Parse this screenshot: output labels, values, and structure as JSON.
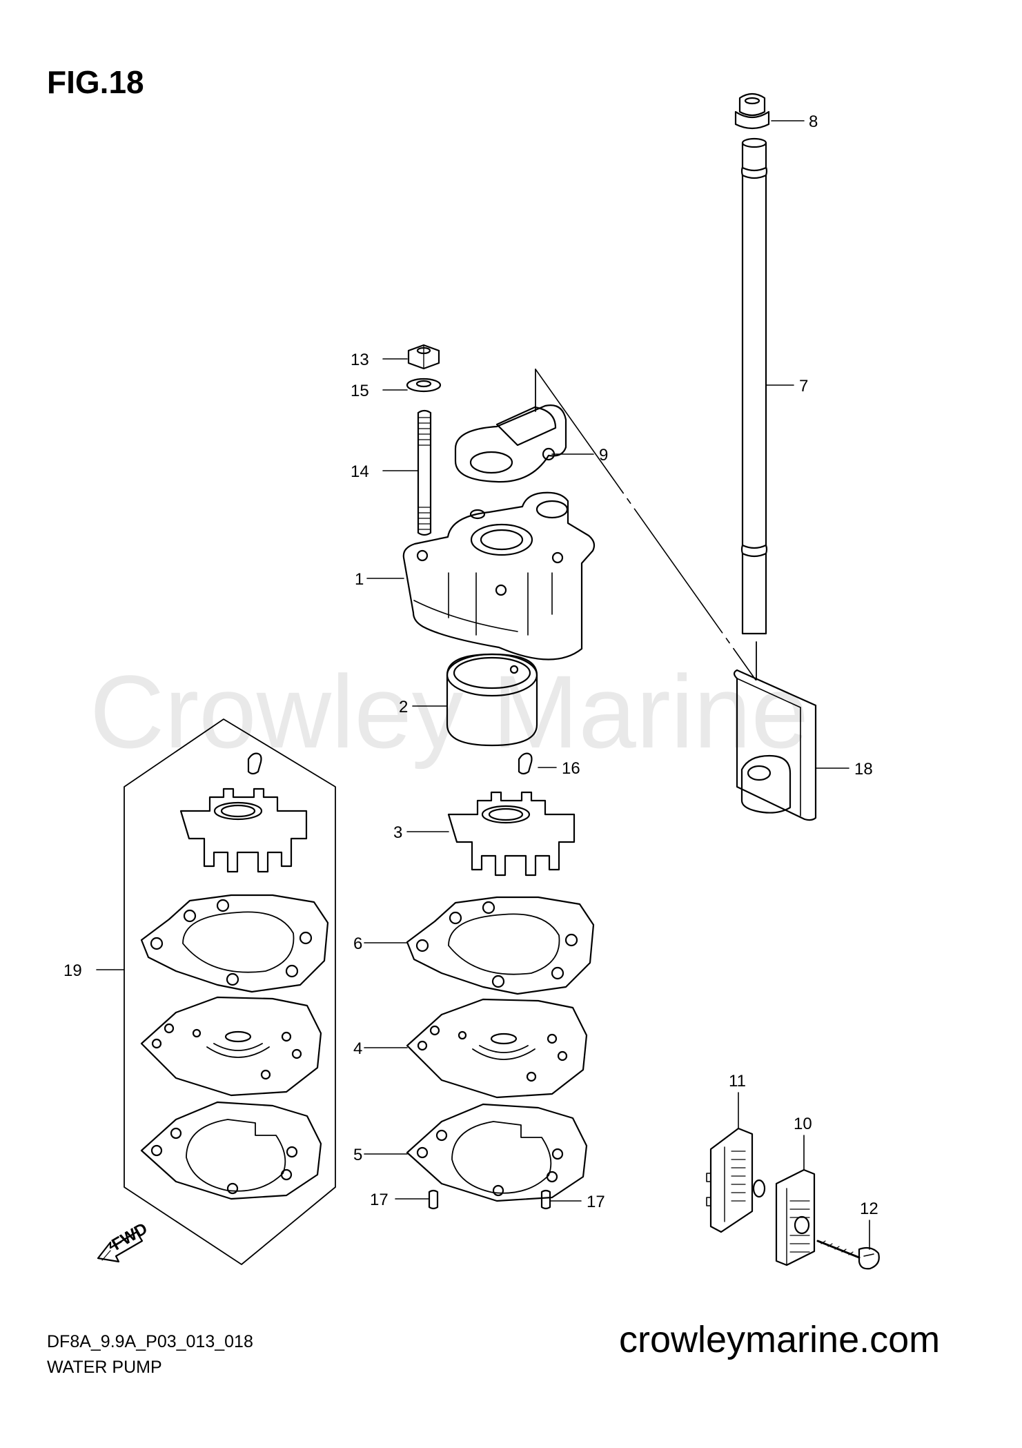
{
  "figure": {
    "title": "FIG.18",
    "watermark": "Crowley Marine",
    "code": "DF8A_9.9A_P03_013_018",
    "subtitle": "WATER PUMP",
    "site": "crowleymarine.com",
    "fwd_label": "FWD"
  },
  "callouts": [
    {
      "id": "c1",
      "text": "1"
    },
    {
      "id": "c2",
      "text": "2"
    },
    {
      "id": "c3",
      "text": "3"
    },
    {
      "id": "c4",
      "text": "4"
    },
    {
      "id": "c5",
      "text": "5"
    },
    {
      "id": "c6",
      "text": "6"
    },
    {
      "id": "c7",
      "text": "7"
    },
    {
      "id": "c8",
      "text": "8"
    },
    {
      "id": "c9",
      "text": "9"
    },
    {
      "id": "c10",
      "text": "10"
    },
    {
      "id": "c11",
      "text": "11"
    },
    {
      "id": "c12",
      "text": "12"
    },
    {
      "id": "c13",
      "text": "13"
    },
    {
      "id": "c14",
      "text": "14"
    },
    {
      "id": "c15",
      "text": "15"
    },
    {
      "id": "c16",
      "text": "16"
    },
    {
      "id": "c17a",
      "text": "17"
    },
    {
      "id": "c17b",
      "text": "17"
    },
    {
      "id": "c18",
      "text": "18"
    },
    {
      "id": "c19",
      "text": "19"
    }
  ],
  "colors": {
    "ink": "#000000",
    "watermark": "#e9e9e9",
    "background": "#ffffff"
  }
}
